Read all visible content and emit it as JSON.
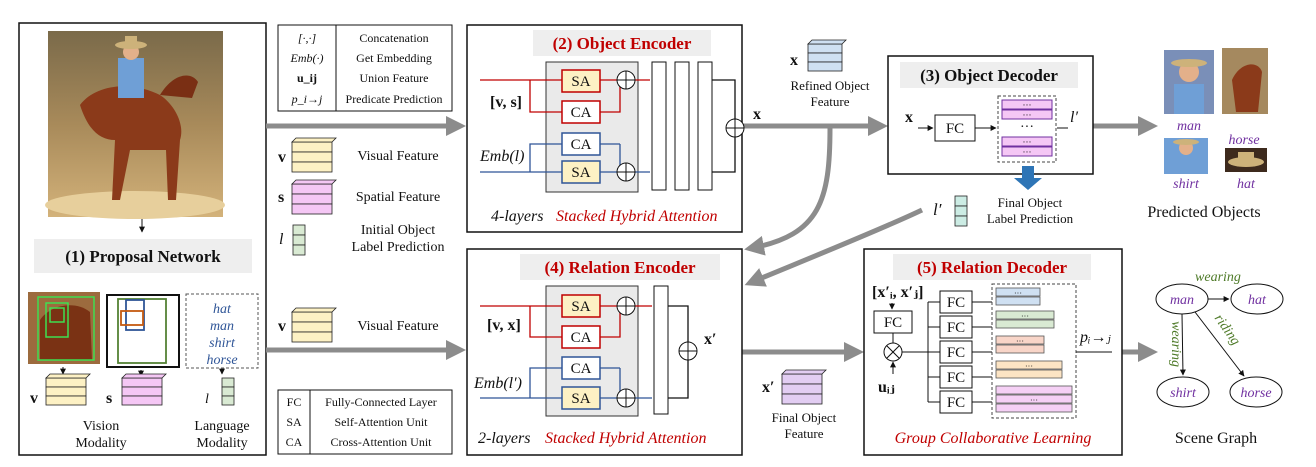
{
  "legend_top": [
    {
      "symbol": "[·,·]",
      "desc": "Concatenation"
    },
    {
      "symbol": "Emb(·)",
      "desc": "Get Embedding"
    },
    {
      "symbol": "u_ij",
      "desc": "Union Feature"
    },
    {
      "symbol": "p_i→j",
      "desc": "Predicate Prediction"
    }
  ],
  "legend_bottom": [
    {
      "symbol": "FC",
      "desc": "Fully-Connected Layer"
    },
    {
      "symbol": "SA",
      "desc": "Self-Attention Unit"
    },
    {
      "symbol": "CA",
      "desc": "Cross-Attention Unit"
    }
  ],
  "proposal": {
    "title": "(1) Proposal Network",
    "word_labels": [
      "hat",
      "man",
      "shirt",
      "horse"
    ],
    "vision_symbol": "v",
    "spatial_symbol": "s",
    "label_symbol": "l",
    "vision_caption": [
      "Vision",
      "Modality"
    ],
    "language_caption": [
      "Language",
      "Modality"
    ]
  },
  "features": {
    "visual": "Visual Feature",
    "spatial": "Spatial Feature",
    "initial_label": [
      "Initial Object",
      "Label Prediction"
    ],
    "visual2": "Visual Feature"
  },
  "object_encoder": {
    "title": "(2) Object Encoder",
    "input1": "[v, s]",
    "input2": "Emb(l)",
    "units": [
      "SA",
      "CA",
      "CA",
      "SA"
    ],
    "output": "x",
    "caption_prefix": "4-layers",
    "caption_suffix": "Stacked Hybrid Attention"
  },
  "refined": {
    "symbol": "x",
    "caption": [
      "Refined Object",
      "Feature"
    ]
  },
  "object_decoder": {
    "title": "(3) Object Decoder",
    "input": "x",
    "fc": "FC",
    "output": "l′",
    "cells": "···"
  },
  "final_label": {
    "symbol": "l′",
    "caption": [
      "Final Object",
      "Label Prediction"
    ]
  },
  "predicted": {
    "title": "Predicted Objects",
    "objects": [
      "man",
      "horse",
      "shirt",
      "hat"
    ]
  },
  "relation_encoder": {
    "title": "(4) Relation Encoder",
    "input1": "[v, x]",
    "input2": "Emb(l′)",
    "units": [
      "SA",
      "CA",
      "CA",
      "SA"
    ],
    "output": "x′",
    "caption_prefix": "2-layers",
    "caption_suffix": "Stacked Hybrid Attention"
  },
  "final_feature": {
    "symbol": "x′",
    "caption": [
      "Final Object",
      "Feature"
    ]
  },
  "relation_decoder": {
    "title": "(5) Relation Decoder",
    "input": "[x′ᵢ, x′ⱼ]",
    "union": "uᵢⱼ",
    "fc": "FC",
    "output": "pᵢ→ⱼ",
    "caption": "Group Collaborative Learning"
  },
  "scene_graph": {
    "title": "Scene Graph",
    "nodes": [
      "man",
      "hat",
      "shirt",
      "horse"
    ],
    "edges": [
      "wearing",
      "wearing",
      "riding"
    ]
  },
  "colors": {
    "red": "#c00000",
    "blue": "#2f5597",
    "purple": "#7030a0",
    "green": "#4e7a28",
    "yellow_cube": "#fdf1c4",
    "pink_cube": "#f5c7f5",
    "blue_cube": "#cfe0f2",
    "green_cube": "#d9ead3",
    "arrow_gray": "#8c8c8c",
    "dec_arrow": "#2e75b6"
  }
}
